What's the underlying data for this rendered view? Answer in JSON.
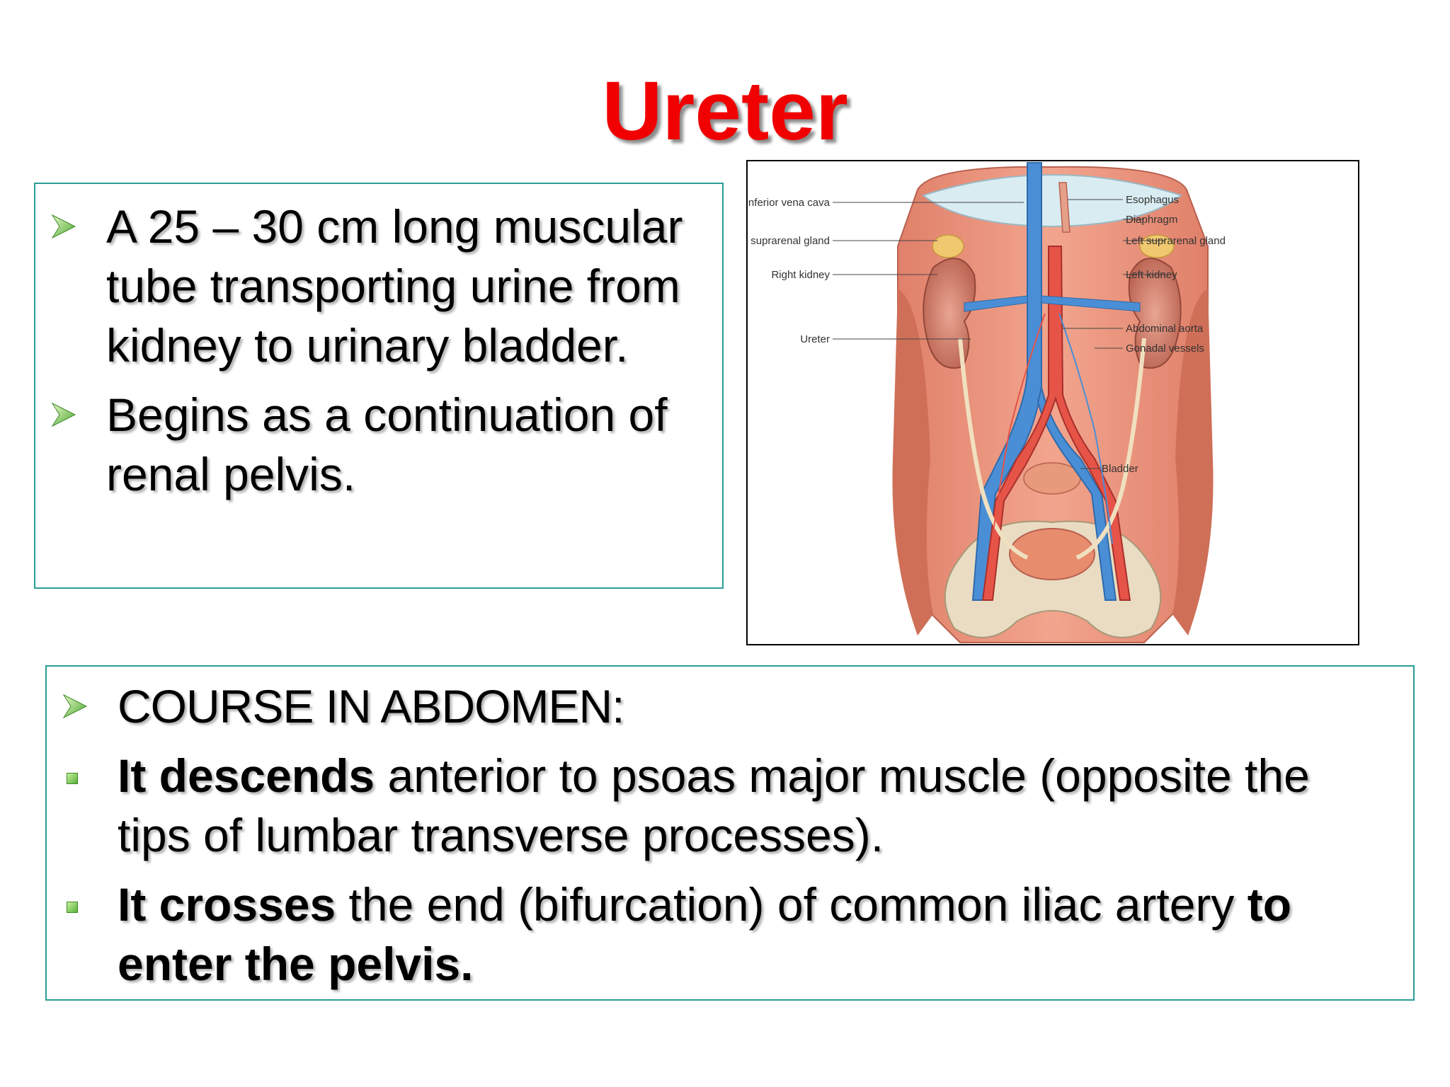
{
  "title": "Ureter",
  "top_box": {
    "items": [
      "A 25 – 30 cm long muscular tube transporting urine from kidney to urinary bladder.",
      "Begins as a continuation of renal pelvis."
    ]
  },
  "figure": {
    "labels_left": [
      "Inferior vena cava",
      "Right suprarenal gland",
      "Right kidney",
      "Ureter"
    ],
    "labels_right": [
      "Esophagus",
      "Diaphragm",
      "Left suprarenal gland",
      "Left kidney",
      "Abdominal aorta",
      "Gonadal vessels",
      "Bladder"
    ]
  },
  "bottom_box": {
    "heading": "COURSE IN ABDOMEN:",
    "item1": {
      "bold": "It descends",
      "rest": " anterior to psoas major muscle (opposite the tips of lumbar transverse processes)."
    },
    "item2": {
      "bold": "It crosses",
      "mid": " the end (bifurcation) of common iliac artery ",
      "bold_end": "to enter the pelvis."
    }
  },
  "colors": {
    "title": "#f00000",
    "box_border": "#2a9d96",
    "bullet_green": "#58b038"
  },
  "icons": [
    "arrow-bullet-icon",
    "square-bullet-icon"
  ]
}
